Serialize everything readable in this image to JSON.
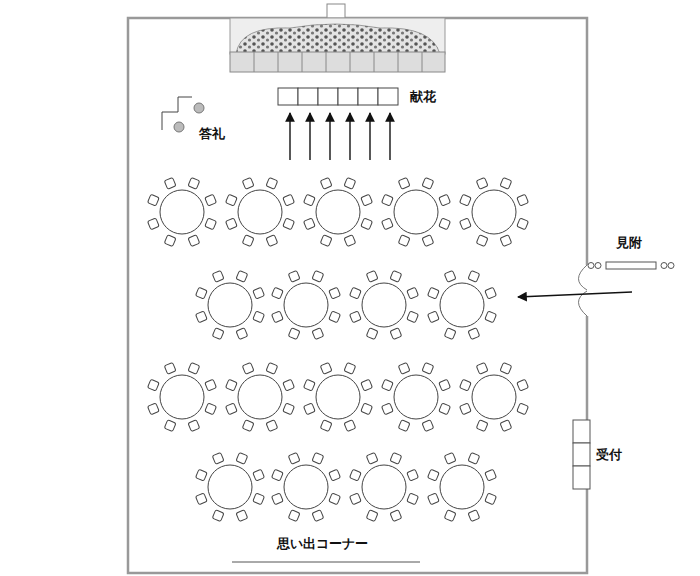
{
  "diagram": {
    "labels": [
      "献花",
      "答礼",
      "見附",
      "受付",
      "思い出コーナー"
    ]
  }
}
